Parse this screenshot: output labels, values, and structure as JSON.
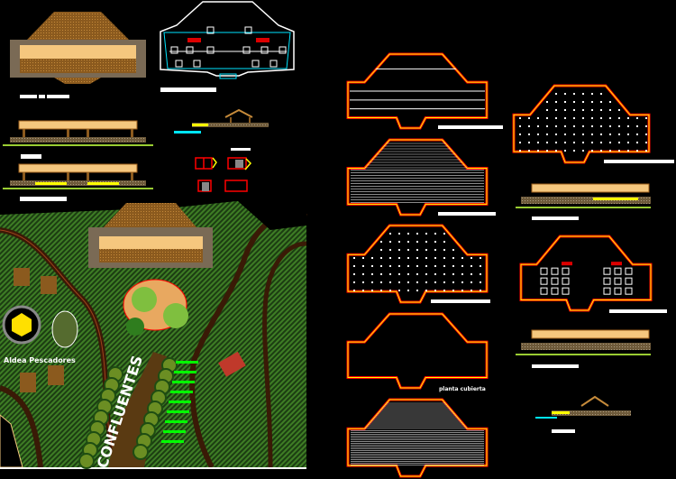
{
  "labels": {
    "village": "Aldea Pescadores",
    "path_text": "CONFLUENTES",
    "roof_plan": "planta cubierta"
  },
  "colors": {
    "background": "#000000",
    "roof_thatch": "#8b5a1e",
    "roof_fill": "#f5c77e",
    "outline_red": "#ff0000",
    "outline_yellow": "#ffff00",
    "terrain": "#2f6b1e",
    "cyan": "#00e5ff",
    "green": "#00ff00"
  }
}
